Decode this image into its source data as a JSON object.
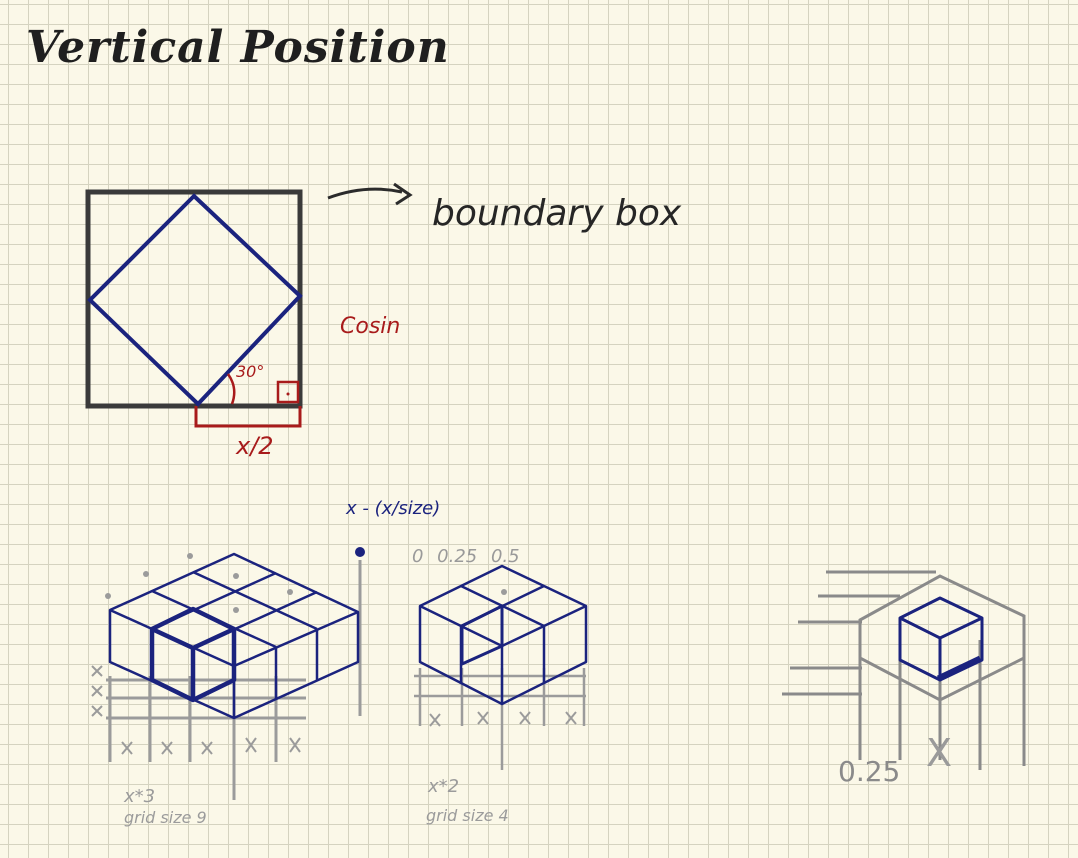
{
  "title": "Vertical Position",
  "bounding_box_label": "boundary box",
  "cosine_label": "Cosin",
  "angle_label": "30°",
  "half_width_label": "x/2",
  "formula": "x - (x/size)",
  "tick_labels": "0   0.25   0.5",
  "left_grid": {
    "x_label": "x*3",
    "size_label": "grid size 9"
  },
  "middle_grid": {
    "x_label": "x*2",
    "size_label": "grid size 4"
  },
  "right_grid": {
    "offset_label": "0.25",
    "x_label": "X"
  },
  "colors": {
    "ink": "#2b2b2b",
    "blue": "#1b237e",
    "red": "#a81b1b",
    "gray": "#9b9b9b"
  }
}
